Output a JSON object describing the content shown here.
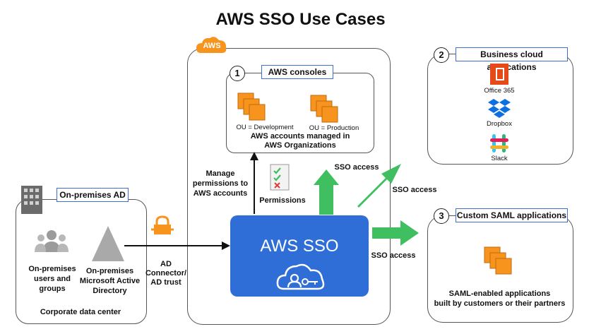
{
  "title": "AWS SSO Use Cases",
  "aws_cloud": {
    "tag": "AWS"
  },
  "aws_consoles": {
    "number": "1",
    "label": "AWS consoles",
    "ou_dev": "OU = Development",
    "ou_prod": "OU = Production",
    "accounts_line1": "AWS accounts managed in",
    "accounts_line2": "AWS Organizations"
  },
  "manage": {
    "line1": "Manage",
    "line2": "permissions to",
    "line3": "AWS accounts"
  },
  "permissions_label": "Permissions",
  "sso_access_labels": [
    "SSO access",
    "SSO access",
    "SSO access"
  ],
  "aws_sso": {
    "label": "AWS SSO"
  },
  "business_apps": {
    "number": "2",
    "label": "Business cloud applications",
    "apps": [
      "Office 365",
      "Dropbox",
      "Slack"
    ]
  },
  "saml_apps": {
    "number": "3",
    "label": "Custom SAML applications",
    "desc_line1": "SAML-enabled applications",
    "desc_line2": "built by customers or their partners"
  },
  "onprem": {
    "label": "On-premises AD",
    "users_line1": "On-premises",
    "users_line2": "users and",
    "users_line3": "groups",
    "ad_line1": "On-premises",
    "ad_line2": "Microsoft Active",
    "ad_line3": "Directory",
    "footer": "Corporate data center"
  },
  "connector": {
    "line1": "AD",
    "line2": "Connector/",
    "line3": "AD trust"
  },
  "colors": {
    "sso_blue": "#2f6ed6",
    "label_border": "#3b6fd6",
    "green_arrow": "#3fbf5f",
    "aws_orange": "#f7941d"
  }
}
